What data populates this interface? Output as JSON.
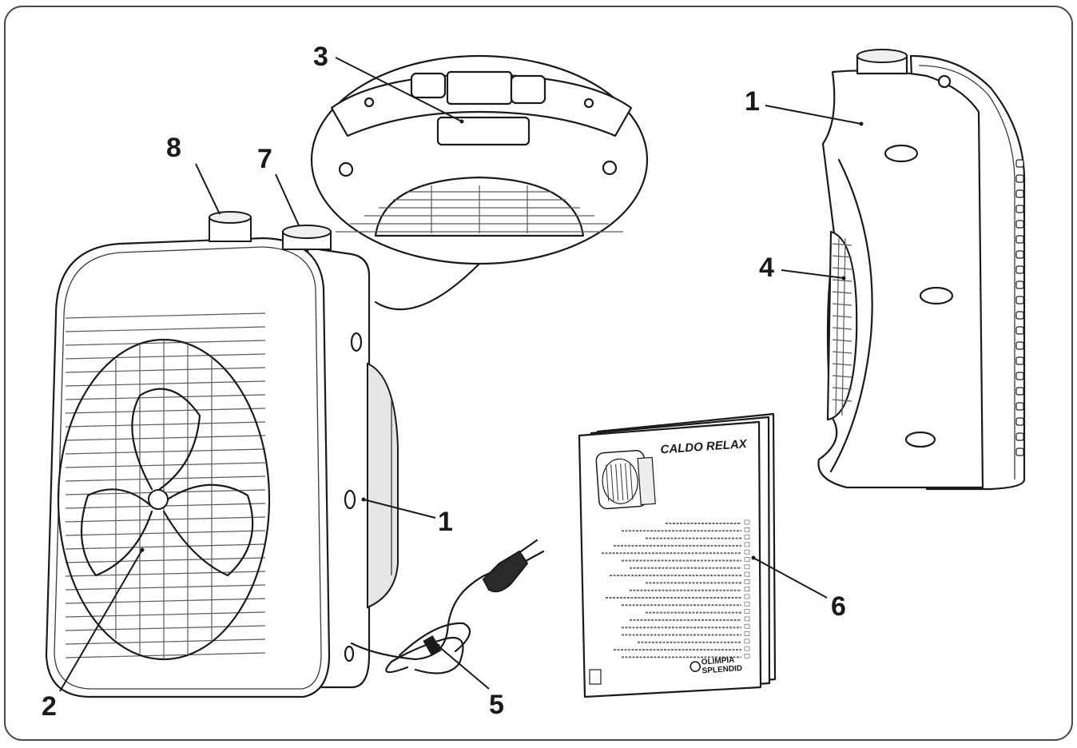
{
  "figure": {
    "callouts": [
      {
        "id": "c1-side",
        "label": "1"
      },
      {
        "id": "c2",
        "label": "2"
      },
      {
        "id": "c3",
        "label": "3"
      },
      {
        "id": "c1-right",
        "label": "1"
      },
      {
        "id": "c4",
        "label": "4"
      },
      {
        "id": "c5",
        "label": "5"
      },
      {
        "id": "c6",
        "label": "6"
      },
      {
        "id": "c7",
        "label": "7"
      },
      {
        "id": "c8",
        "label": "8"
      }
    ],
    "manual": {
      "title": "CALDO RELAX",
      "brand_line1": "OLIMPIA",
      "brand_line2": "SPLENDID"
    }
  }
}
